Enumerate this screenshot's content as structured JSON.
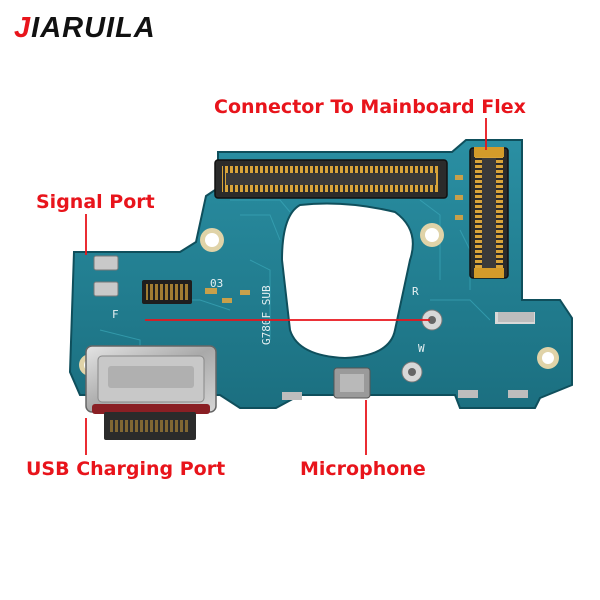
{
  "brand": {
    "prefix": "J",
    "rest": "IARUILA"
  },
  "labels": {
    "connector": "Connector To Mainboard Flex",
    "signal": "Signal Port",
    "usb": "USB Charging Port",
    "microphone": "Microphone"
  },
  "silkscreen": {
    "model": "G780F SUB",
    "rev": "03",
    "r": "R",
    "w": "W",
    "f": "F"
  },
  "colors": {
    "accent": "#e8141b",
    "pcb": "#1f7a8c",
    "pcb_dark": "#16596a",
    "gold": "#d39b2a"
  }
}
